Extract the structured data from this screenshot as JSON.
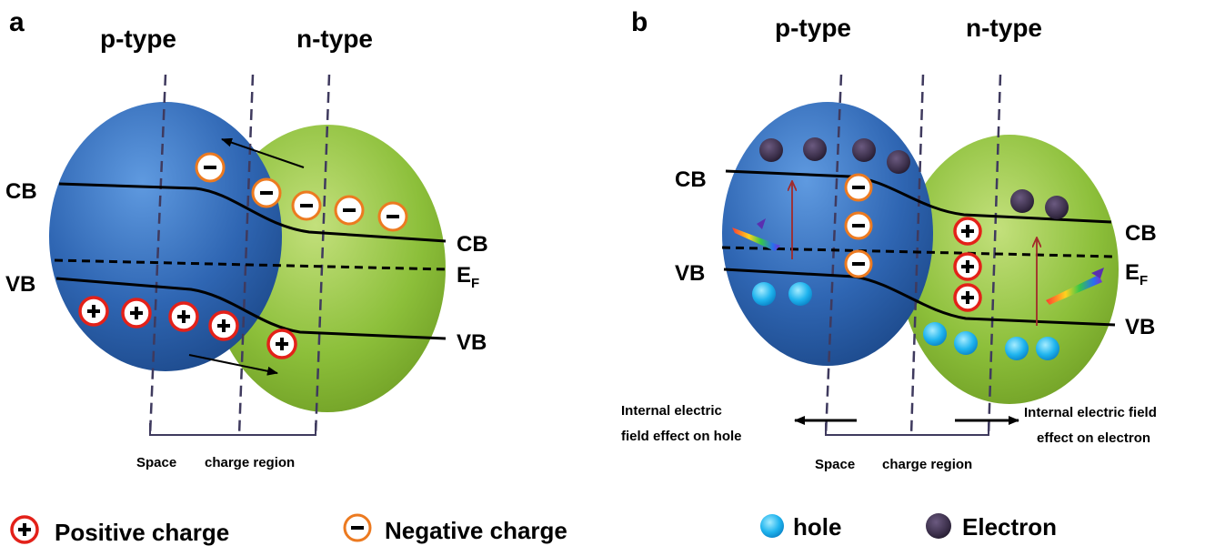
{
  "panel_a": {
    "letter": "a",
    "p_type": "p-type",
    "n_type": "n-type",
    "cb_left": "CB",
    "vb_left": "VB",
    "cb_right": "CB",
    "ef_main": "E",
    "ef_sub": "F",
    "vb_right": "VB",
    "region_word1": "Space",
    "region_word2": "charge region"
  },
  "panel_b": {
    "letter": "b",
    "p_type": "p-type",
    "n_type": "n-type",
    "cb_left": "CB",
    "vb_left": "VB",
    "cb_right": "CB",
    "ef_main": "E",
    "ef_sub": "F",
    "vb_right": "VB",
    "region_word1": "Space",
    "region_word2": "charge region",
    "field_hole_line1": "Internal electric",
    "field_hole_line2": "field effect on hole",
    "field_electron_line1": "Internal electric field",
    "field_electron_line2": "effect on electron"
  },
  "legend": {
    "positive": "Positive charge",
    "negative": "Negative charge",
    "hole": "hole",
    "electron": "Electron"
  },
  "colors": {
    "p_sphere": "#2f66b3",
    "n_sphere": "#8cbf3a",
    "positive_ring": "#e32119",
    "negative_ring": "#ec7a20",
    "hole": "#1fb4ee",
    "electron": "#3b2f4a"
  }
}
